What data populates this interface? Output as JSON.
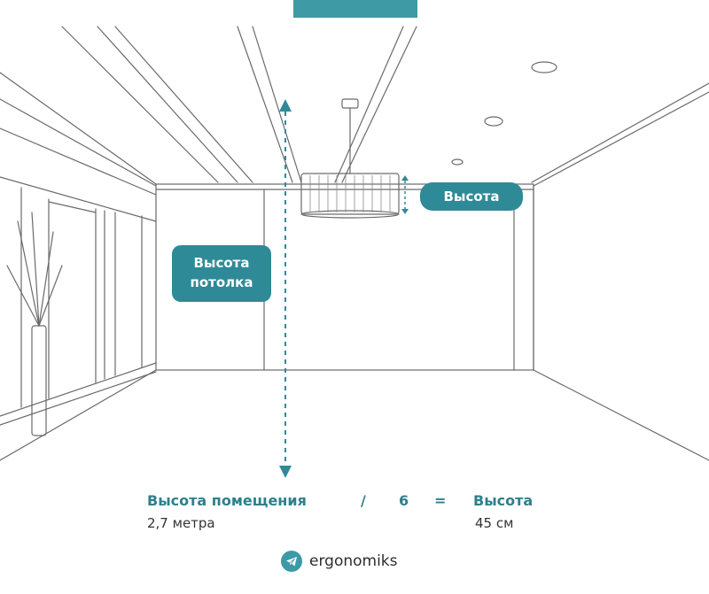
{
  "labels": {
    "lamp_height": "Высота",
    "ceiling_height_line1": "Высота",
    "ceiling_height_line2": "потолка"
  },
  "formula": {
    "room_height": "Высота помещения",
    "room_height_value": "2,7 метра",
    "divide": "/",
    "divisor": "6",
    "equals": "=",
    "result": "Высота",
    "result_value": "45 см"
  },
  "brand": {
    "name": "ergonomiks",
    "icon": "telegram-icon"
  },
  "colors": {
    "accent": "#2f8a97",
    "text_accent": "#2f7f8b",
    "line": "#555555"
  }
}
